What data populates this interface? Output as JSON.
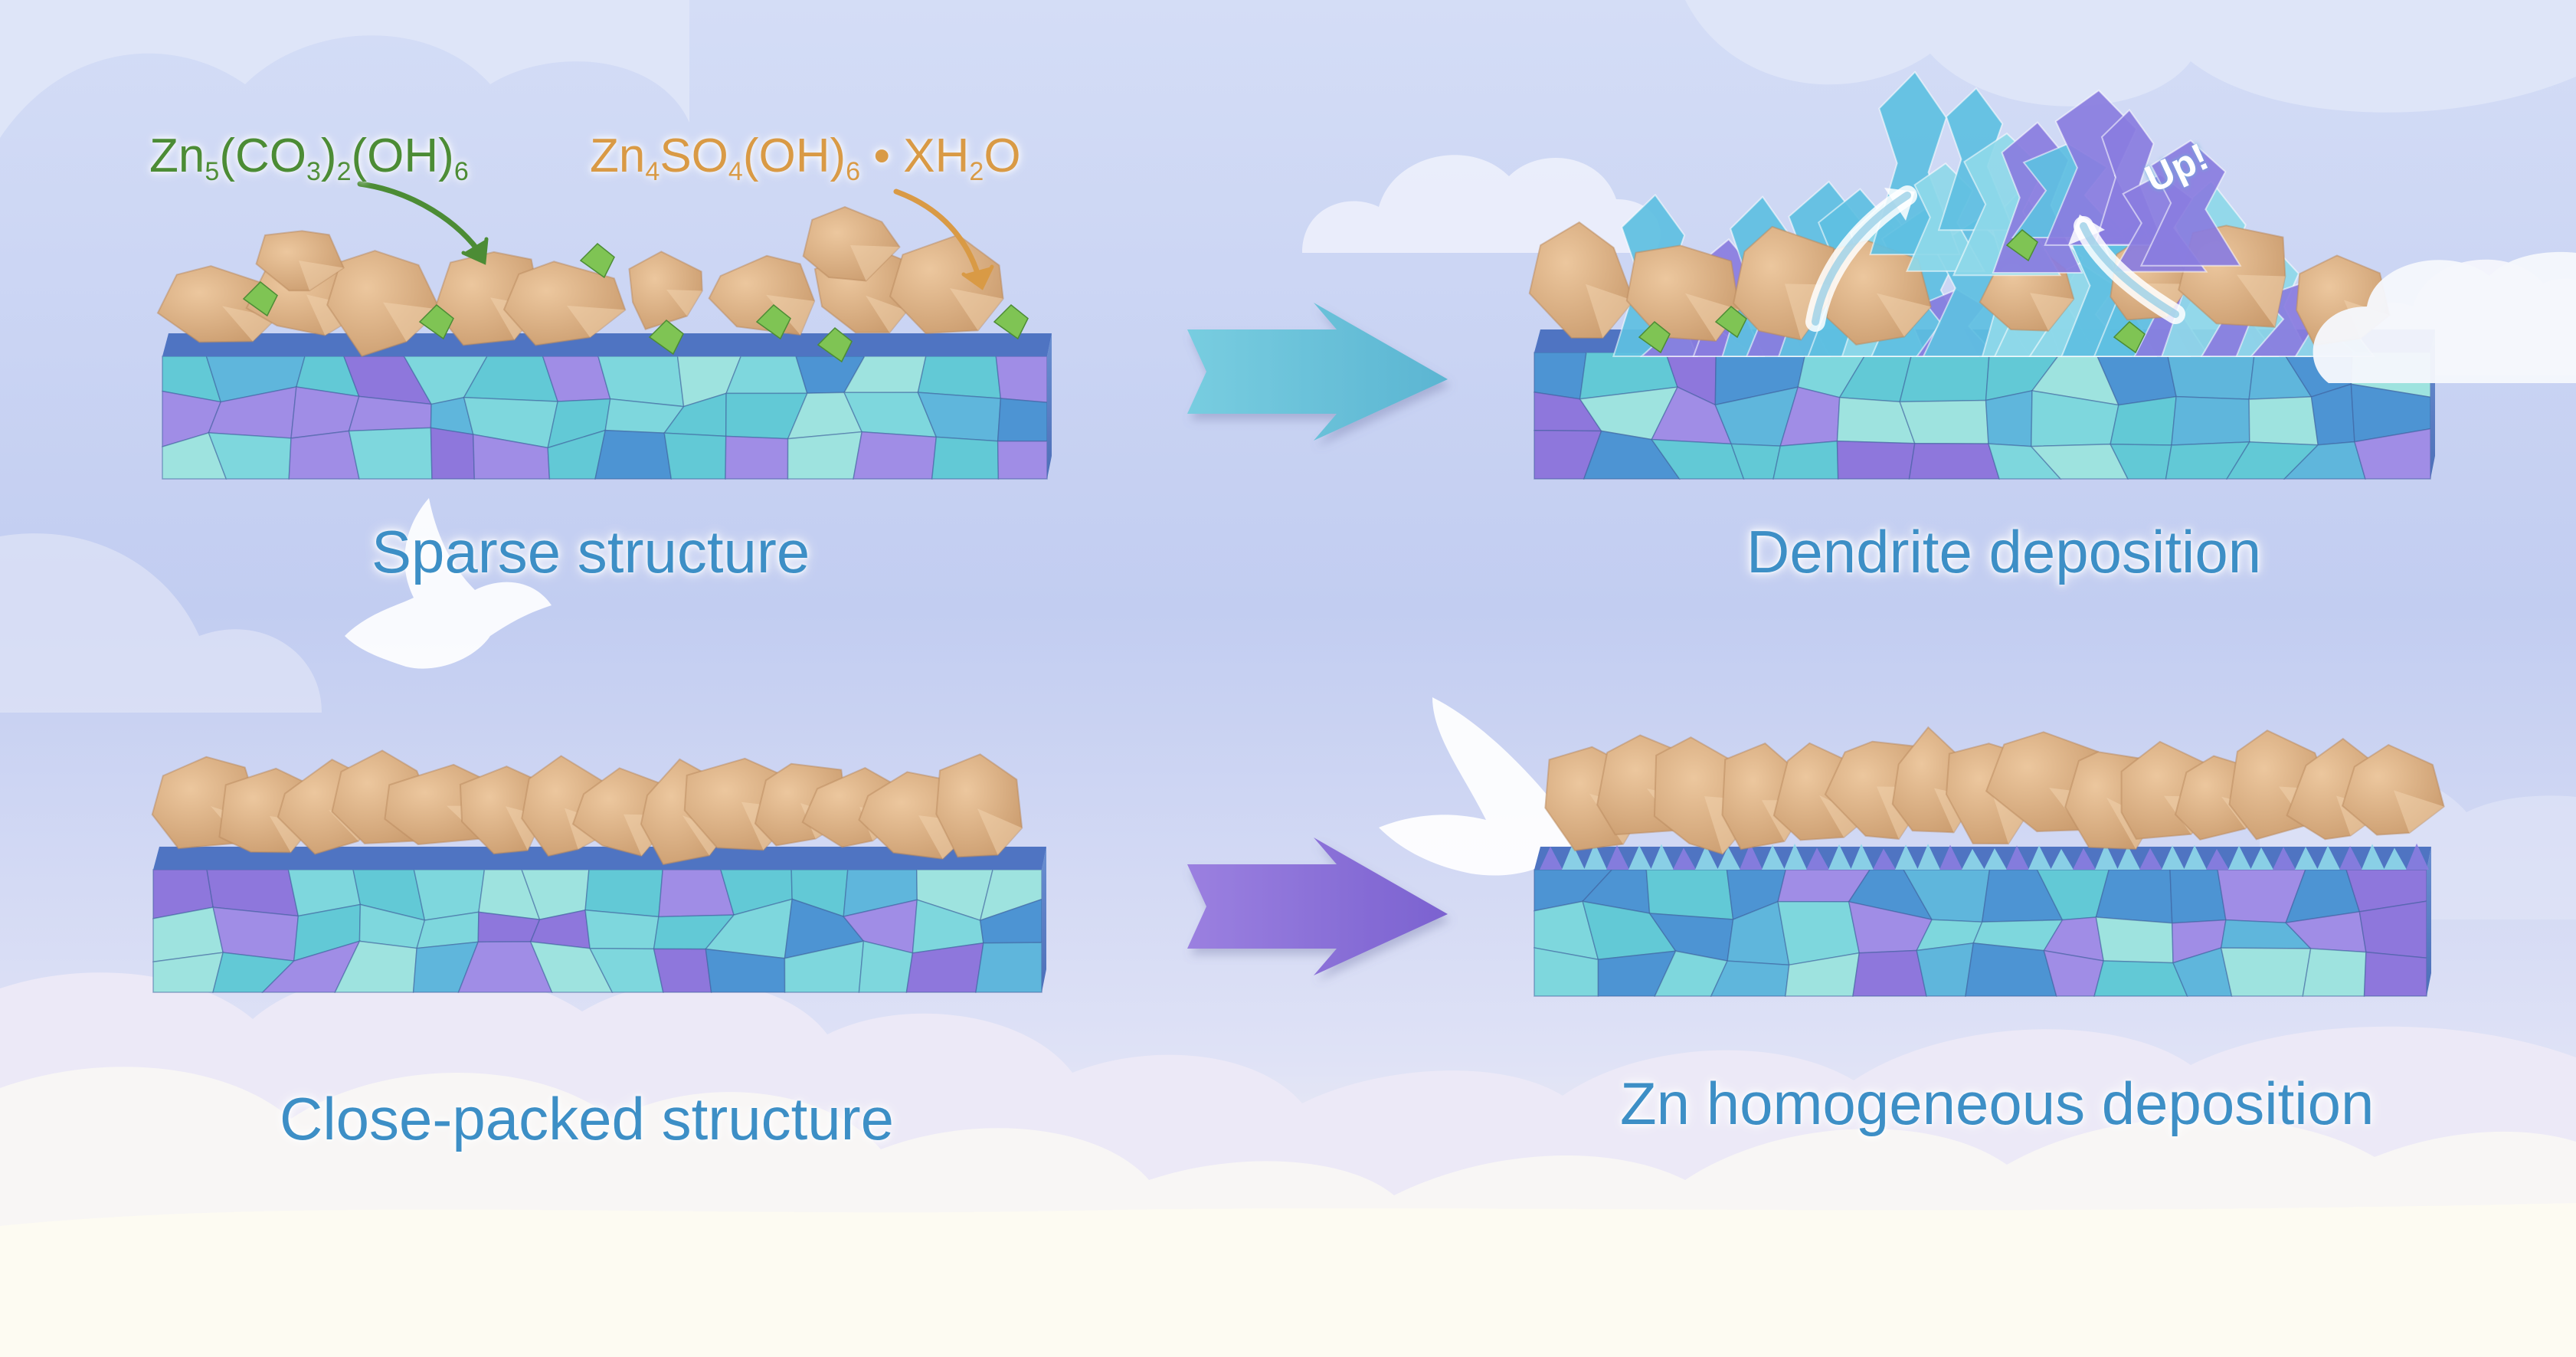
{
  "captions": {
    "sparse": "Sparse structure",
    "dendrite": "Dendrite deposition",
    "close_packed": "Close-packed structure",
    "homogeneous": "Zn homogeneous deposition"
  },
  "chemicals": {
    "carbonate": {
      "parts": [
        {
          "t": "Zn",
          "sub": "5"
        },
        {
          "t": "(CO",
          "sub": "3"
        },
        {
          "t": ")",
          "sub": "2"
        },
        {
          "t": "(OH)",
          "sub": "6"
        }
      ],
      "color": "#4c8c35"
    },
    "sulfate": {
      "parts": [
        {
          "t": "Zn",
          "sub": "4"
        },
        {
          "t": "SO",
          "sub": "4"
        },
        {
          "t": "(OH)",
          "sub": "6"
        },
        {
          "t": " • XH",
          "sub": "2"
        },
        {
          "t": "O",
          "sub": ""
        }
      ],
      "color": "#d99a45"
    }
  },
  "up_note": "Up!",
  "colors": {
    "sky_top": "#c7d3f3",
    "sky_bottom": "#fdfaf0",
    "caption": "#3d8fc6",
    "zn_grain_teal": "#62c9d6",
    "zn_grain_purple": "#8e77dc",
    "zn_grain_blue": "#4d94d3",
    "byproduct_tan": "#deb489",
    "carbonate_green": "#7fc454",
    "dendrite_cyan": "#8fd9ea",
    "arrow_teal": "#6ac3d8",
    "arrow_purple": "#8c6fd8"
  },
  "icons": [
    "cloud-icon",
    "bird-icon",
    "arrow-right-icon",
    "curved-arrow-icon"
  ]
}
